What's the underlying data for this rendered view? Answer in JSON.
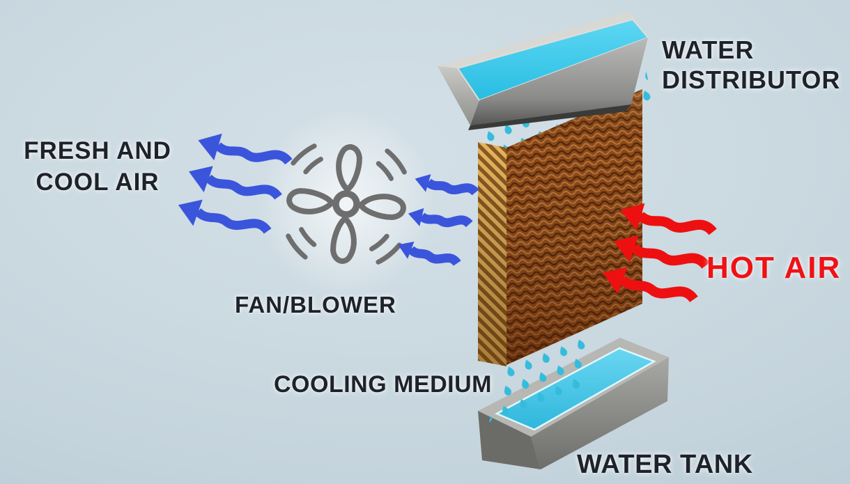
{
  "diagram": {
    "labels": {
      "fresh_cool_air_line1": "FRESH AND",
      "fresh_cool_air_line2": "COOL AIR",
      "fan_blower": "FAN/BLOWER",
      "cooling_medium": "COOLING MEDIUM",
      "water_distributor_line1": "WATER",
      "water_distributor_line2": "DISTRIBUTOR",
      "hot_air": "HOT AIR",
      "water_tank": "WATER TANK"
    },
    "colors": {
      "background": "#c7d6de",
      "label_text": "#1e222a",
      "hot_air_text": "#ee1216",
      "cool_air_arrow": "#3a55dc",
      "hot_air_arrow": "#ee1010",
      "water": "#3cc8ea",
      "droplet": "#35bcdc",
      "pad_front": "#8a4a1a",
      "pad_side_light": "#e7b55f",
      "pad_side_dark": "#8a5a20",
      "tray_metal": "#b5b5b2",
      "fan_stroke": "#6e6e6e"
    },
    "icons": {
      "fan": "fan-icon",
      "water_droplets": "water-droplet-icon",
      "cool_air_flow": "wavy-arrow-left-icon",
      "hot_air_flow": "wavy-arrow-left-icon"
    },
    "arrow_counts": {
      "fresh_cool_air_outer": 3,
      "fresh_cool_air_inner": 3,
      "hot_air": 3
    }
  }
}
